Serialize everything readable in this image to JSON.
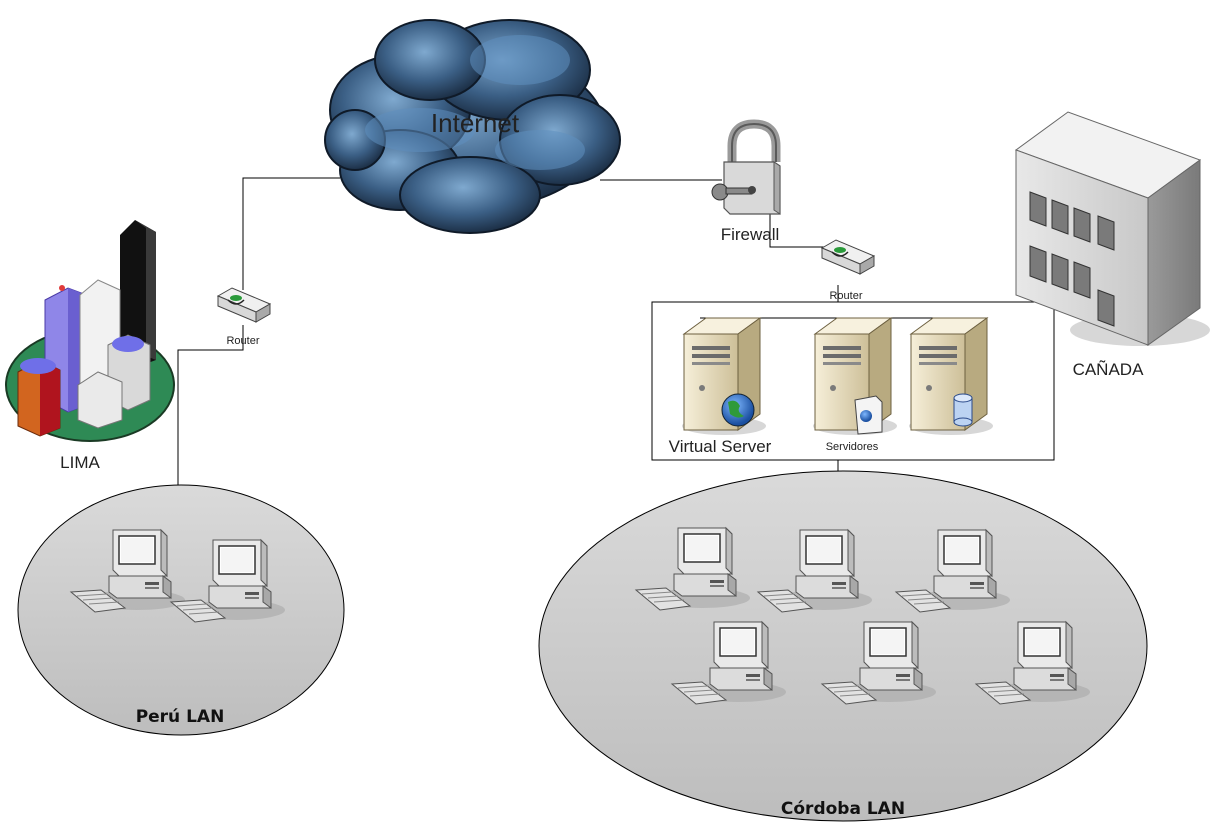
{
  "labels": {
    "internet": "Internet",
    "firewall": "Firewall",
    "router_peru": "Router",
    "router_cordoba": "Router",
    "lima": "LIMA",
    "canada": "CAÑADA",
    "virtual_server": "Virtual Server",
    "servidores": "Servidores",
    "peru_lan": "Perú LAN",
    "cordoba_lan": "Córdoba LAN"
  },
  "colors": {
    "cloud": "#3b5f85",
    "lan_fill": "#cfcfcf",
    "server": "#efe3c2",
    "link": "#000000"
  }
}
